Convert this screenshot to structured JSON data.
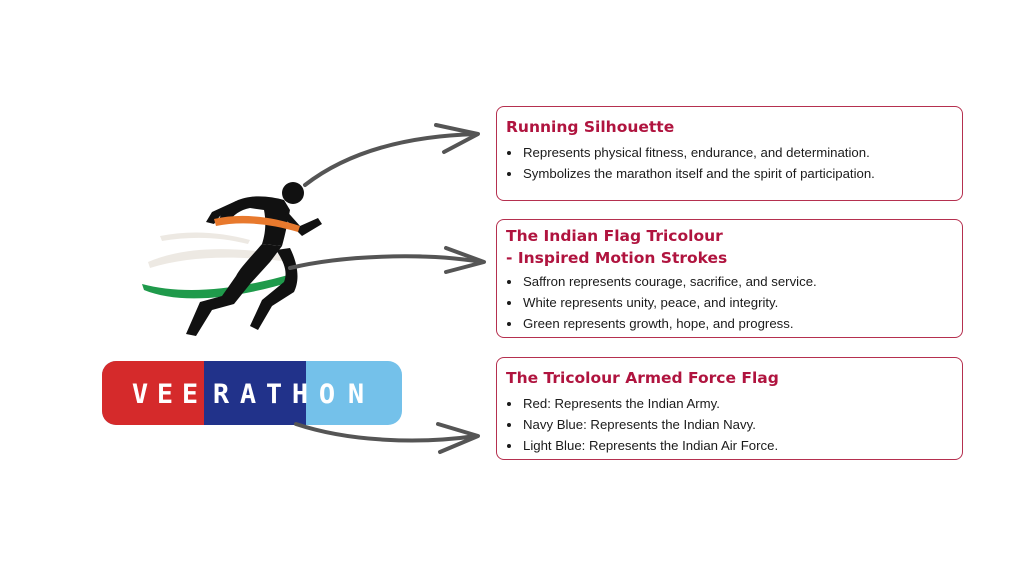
{
  "logo": {
    "letters": [
      "V",
      "E",
      "E",
      "R",
      "A",
      "T",
      "H",
      "O",
      "N"
    ],
    "colors": {
      "red": "#d52a2b",
      "navy": "#21328a",
      "light_blue": "#74c1ea"
    }
  },
  "stroke_colors": {
    "saffron": "#e8792d",
    "white": "#ede9e3",
    "green": "#1f9a4b"
  },
  "accent_color": "#b0143f",
  "cards": [
    {
      "title": "Running Silhouette",
      "bullets": [
        "Represents physical fitness, endurance, and determination.",
        "Symbolizes the marathon itself and the spirit of participation."
      ]
    },
    {
      "title_line1": "The Indian Flag Tricolour",
      "title_line2": "- Inspired Motion Strokes",
      "bullets": [
        "Saffron represents courage, sacrifice, and service.",
        "White represents unity, peace, and integrity.",
        "Green represents growth, hope, and progress."
      ]
    },
    {
      "title": "The Tricolour Armed Force Flag",
      "bullets": [
        "Red: Represents the Indian Army.",
        "Navy Blue: Represents the Indian Navy.",
        "Light Blue: Represents the Indian Air Force."
      ]
    }
  ]
}
